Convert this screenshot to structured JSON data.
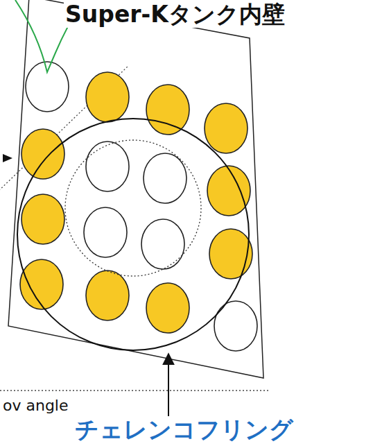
{
  "diagram": {
    "labels": [
      "Super-Kタンク内壁",
      "ov angle",
      "チェレンコフリング"
    ]
  }
}
